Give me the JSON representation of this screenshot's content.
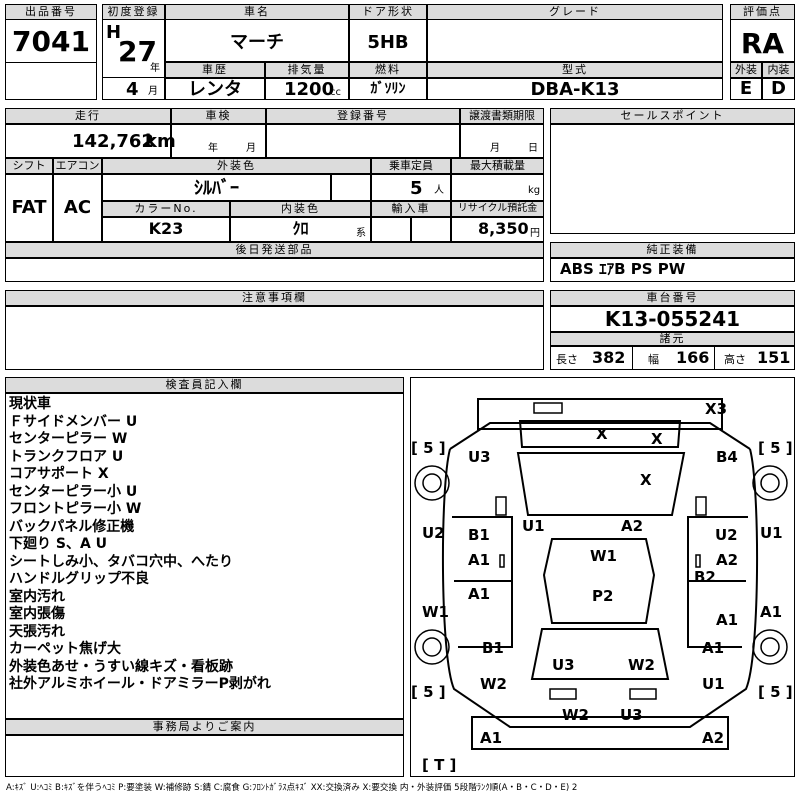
{
  "header": {
    "lot_number_label": "出品番号",
    "lot_number": "7041",
    "first_reg_label": "初度登録",
    "era": "H",
    "year": "27",
    "year_unit": "年",
    "month": "4",
    "month_unit": "月",
    "car_name_label": "車名",
    "car_name": "マーチ",
    "door_label": "ドア形状",
    "door": "5HB",
    "grade_label": "グレード",
    "grade": "",
    "score_label": "評価点",
    "score": "RA",
    "history_label": "車歴",
    "history": "レンタ",
    "displacement_label": "排気量",
    "displacement": "1200",
    "displacement_unit": "cc",
    "fuel_label": "燃料",
    "fuel": "ｶﾞｿﾘﾝ",
    "model_label": "型式",
    "model": "DBA-K13",
    "exterior_label": "外装",
    "exterior": "E",
    "interior_label": "内装",
    "interior": "D"
  },
  "row2": {
    "mileage_label": "走行",
    "mileage": "142,762",
    "mileage_unit": "km",
    "inspection_label": "車検",
    "inspection_year_unit": "年",
    "inspection_month_unit": "月",
    "reg_number_label": "登録番号",
    "reg_number": "",
    "transfer_label": "譲渡書類期限",
    "transfer_month_unit": "月",
    "transfer_day_unit": "日",
    "sales_points_label": "セールスポイント",
    "sales_points": "",
    "shift_label": "シフト",
    "shift": "FAT",
    "ac_label": "エアコン",
    "ac": "AC",
    "ext_color_label": "外装色",
    "ext_color": "ｼﾙﾊﾞｰ",
    "capacity_label": "乗車定員",
    "capacity": "5",
    "capacity_unit": "人",
    "max_load_label": "最大積載量",
    "max_load_unit": "kg",
    "color_no_label": "カラーNo.",
    "color_no": "K23",
    "int_color_label": "内装色",
    "int_color": "ｸﾛ",
    "int_color_unit": "系",
    "import_label": "輸入車",
    "recycle_label": "リサイクル預託金",
    "recycle": "8,350",
    "recycle_unit": "円",
    "later_parts_label": "後日発送部品",
    "genuine_label": "純正装備",
    "genuine": "ABS ｴｱB PS PW"
  },
  "notes": {
    "caution_label": "注意事項欄",
    "chassis_label": "車台番号",
    "chassis": "K13-055241",
    "spec_label": "諸元",
    "length_label": "長さ",
    "length": "382",
    "width_label": "幅",
    "width": "166",
    "height_label": "高さ",
    "height": "151"
  },
  "inspector": {
    "label": "検査員記入欄",
    "lines": [
      "現状車",
      "Ｆサイドメンバー U",
      "センターピラー W",
      "トランクフロア U",
      "コアサポート X",
      "センターピラー小 U",
      "フロントピラー小 W",
      "バックパネル修正機",
      "下廻り S、A U",
      "シートしみ小、タバコ穴中、へたり",
      "ハンドルグリップ不良",
      "室内汚れ",
      "室内張傷",
      "天張汚れ",
      "カーペット焦げ大",
      "外装色あせ・うすい線キズ・看板跡",
      "社外アルミホイール・ドアミラーP剥がれ"
    ],
    "office_label": "事務局よりご案内",
    "office": ""
  },
  "diagram": {
    "marks": [
      "X3",
      "X",
      "X",
      "X",
      "U3",
      "B4",
      "U1",
      "A2",
      "U2",
      "U2",
      "U1",
      "B1",
      "A1",
      "W1",
      "A2",
      "B2",
      "A1",
      "P2",
      "W1",
      "A1",
      "A1",
      "B1",
      "A1",
      "U3",
      "W2",
      "W2",
      "U1",
      "W2",
      "U3",
      "A1",
      "A2"
    ],
    "tire_front_left": "[ 5 ]",
    "tire_front_right": "[ 5 ]",
    "tire_rear_left": "[ 5 ]",
    "tire_rear_right": "[ 5 ]",
    "spare": "[ T ]"
  },
  "legend": "A:ｷｽﾞ U:ﾍｺﾐ B:ｷｽﾞを伴うﾍｺﾐ P:要塗装 W:補修跡 S:錆 C:腐食 G:ﾌﾛﾝﾄｶﾞﾗｽ点ｷｽﾞ XX:交換済み X:要交換 内・外装評価 5段階ﾗﾝｸ順(A・B・C・D・E) 2"
}
